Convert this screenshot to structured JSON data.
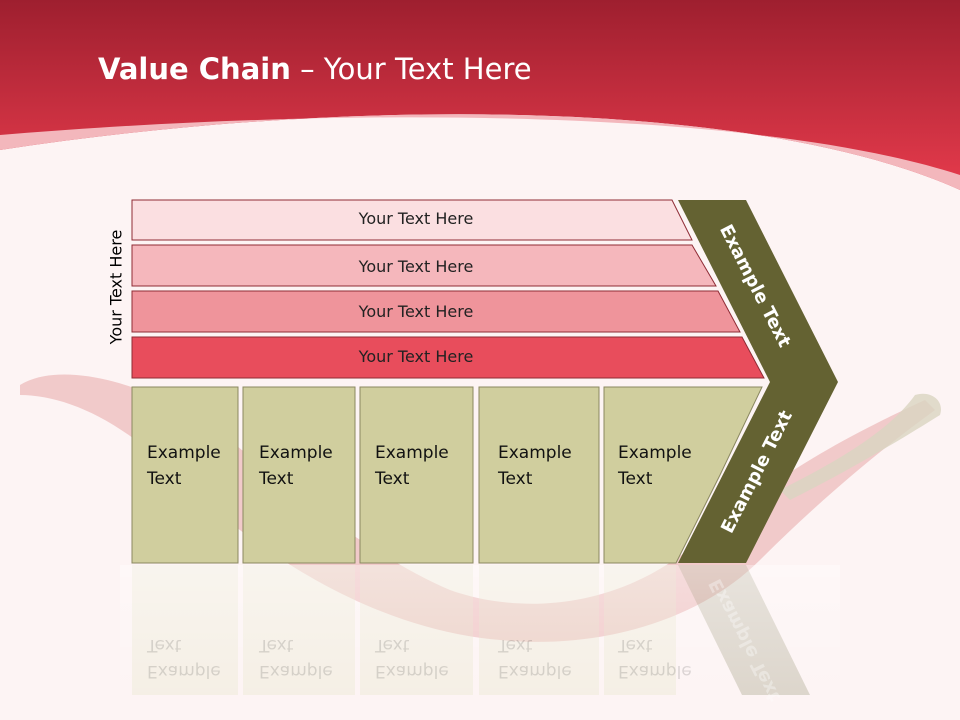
{
  "title": {
    "bold": "Value Chain",
    "rest": " – Your Text Here"
  },
  "side_label": "Your Text Here",
  "support_rows": [
    "Your Text Here",
    "Your Text Here",
    "Your Text Here",
    "Your Text Here"
  ],
  "primary_boxes": [
    {
      "line1": "Example",
      "line2": "Text"
    },
    {
      "line1": "Example",
      "line2": "Text"
    },
    {
      "line1": "Example",
      "line2": "Text"
    },
    {
      "line1": "Example",
      "line2": "Text"
    },
    {
      "line1": "Example",
      "line2": "Text"
    }
  ],
  "chevron": {
    "upper": "Example Text",
    "lower": "Example Text"
  },
  "colors": {
    "header": "#d42b3d",
    "row1": "#fbdfe1",
    "row2": "#f5b7bc",
    "row3": "#ef949b",
    "row4": "#e84d5c",
    "box": "#d0ce9e",
    "chevron": "#646232"
  }
}
